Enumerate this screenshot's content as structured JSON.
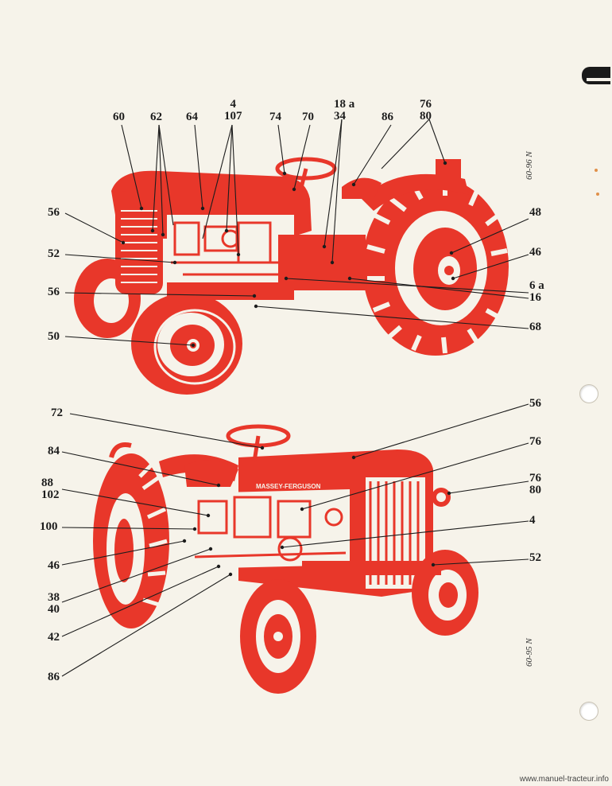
{
  "top_diagram": {
    "callouts": [
      "60",
      "62",
      "64",
      "4\n107",
      "74",
      "70",
      "18 a\n34",
      "86",
      "76\n80",
      "56",
      "52",
      "56",
      "50",
      "48",
      "46",
      "6 a\n16",
      "68"
    ],
    "ref_code": "60-96 N"
  },
  "bottom_diagram": {
    "callouts": [
      "72",
      "84",
      "88\n102",
      "100",
      "46",
      "38\n40",
      "42",
      "86",
      "56",
      "76",
      "76\n80",
      "4",
      "52"
    ],
    "ref_code": "60-95 N",
    "brand_text": "MASSEY-FERGUSON"
  },
  "colors": {
    "ink": "#1c1c1c",
    "tractor_red": "#e8372a",
    "paper": "#f6f3ea"
  },
  "watermark": "www.manuel-tracteur.info"
}
